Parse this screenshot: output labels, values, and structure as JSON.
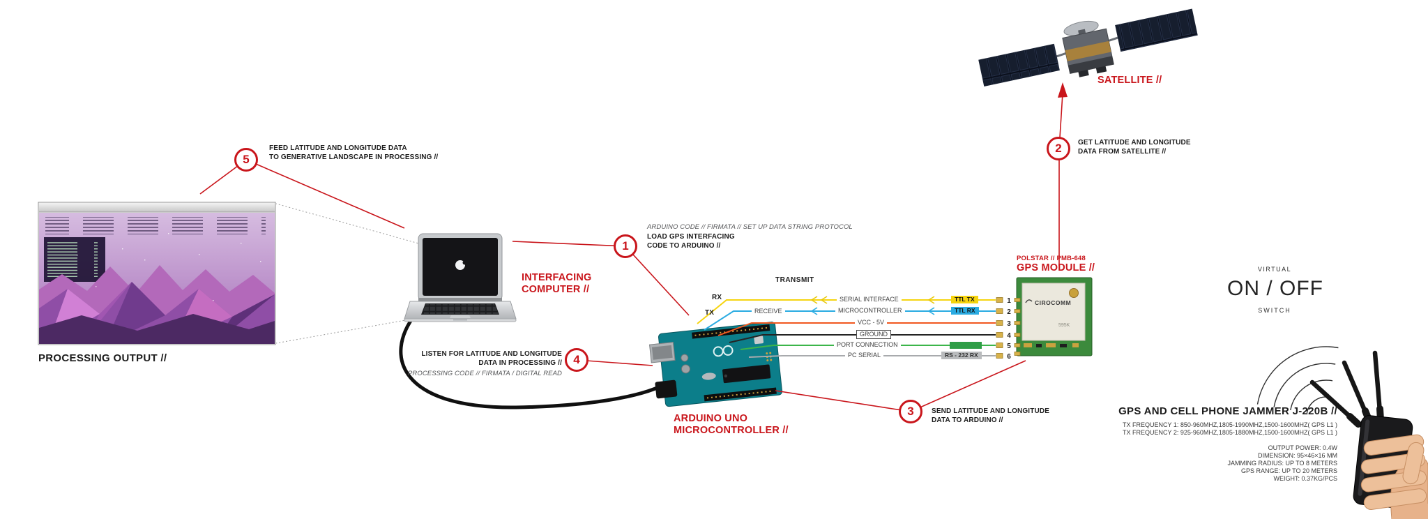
{
  "colors": {
    "accent_red": "#c9151b",
    "wire_yellow": "#f6d40f",
    "wire_blue": "#2aabe2",
    "wire_orange": "#f0571f",
    "wire_black": "#242424",
    "wire_green": "#3cb54a",
    "wire_gray": "#a8aaad"
  },
  "components": {
    "satellite": {
      "label": "SATELLITE //"
    },
    "processing": {
      "label": "PROCESSING OUTPUT //"
    },
    "computer": {
      "line1": "INTERFACING",
      "line2": "COMPUTER //"
    },
    "arduino": {
      "line1": "ARDUINO UNO",
      "line2": "MICROCONTROLLER //"
    },
    "gps": {
      "brand": "POLSTAR // PMB-648",
      "label": "GPS MODULE //",
      "chip_brand": "CIROCOMM",
      "chip_code": "595K"
    },
    "jammer": {
      "virtual": "VIRTUAL",
      "onoff": "ON / OFF",
      "switch_label": "SWITCH",
      "title": "GPS AND CELL PHONE JAMMER J-220B //",
      "freq1": "TX FREQUENCY 1: 850-960MHZ,1805-1990MHZ,1500-1600MHZ( GPS L1 )",
      "freq2": "TX FREQUENCY 2: 925-960MHZ,1805-1880MHZ,1500-1600MHZ( GPS L1 )",
      "specs": [
        "OUTPUT POWER: 0.4W",
        "DIMENSION: 95×46×16 MM",
        "JAMMING RADIUS: UP TO 8 METERS",
        "GPS RANGE: UP TO 20 METERS",
        "WEIGHT: 0.37KG/PCS"
      ]
    }
  },
  "steps": {
    "s1": {
      "num": "1",
      "note": "ARDUINO CODE // FIRMATA // SET UP DATA STRING PROTOCOL",
      "line1": "LOAD GPS INTERFACING",
      "line2": "CODE TO ARDUINO //"
    },
    "s2": {
      "num": "2",
      "line1": "GET LATITUDE AND LONGITUDE",
      "line2": "DATA FROM SATELLITE //"
    },
    "s3": {
      "num": "3",
      "line1": "SEND LATITUDE AND LONGITUDE",
      "line2": "DATA TO ARDUINO //"
    },
    "s4": {
      "num": "4",
      "line1": "LISTEN FOR LATITUDE AND  LONGITUDE",
      "line2": "DATA IN PROCESSING //",
      "note": "PROCESSING CODE // FIRMATA / DIGITAL READ"
    },
    "s5": {
      "num": "5",
      "line1": "FEED LATITUDE AND LONGITUDE DATA",
      "line2": "TO GENERATIVE LANDSCAPE IN PROCESSING  //"
    }
  },
  "wiring": {
    "transmit": "TRANSMIT",
    "rx": "RX",
    "tx": "TX",
    "receive": "RECEIVE",
    "rows": [
      {
        "pin": "1",
        "label": "SERIAL INTERFACE",
        "chip": "TTL TX"
      },
      {
        "pin": "2",
        "label": "MICROCONTROLLER",
        "chip": "TTL RX"
      },
      {
        "pin": "3",
        "label": "VCC - 5V",
        "chip": ""
      },
      {
        "pin": "4",
        "label": "GROUND",
        "chip": ""
      },
      {
        "pin": "5",
        "label": "PORT CONNECTION",
        "chip": ""
      },
      {
        "pin": "6",
        "label": "PC SERIAL",
        "chip": "RS - 232 RX"
      }
    ]
  }
}
